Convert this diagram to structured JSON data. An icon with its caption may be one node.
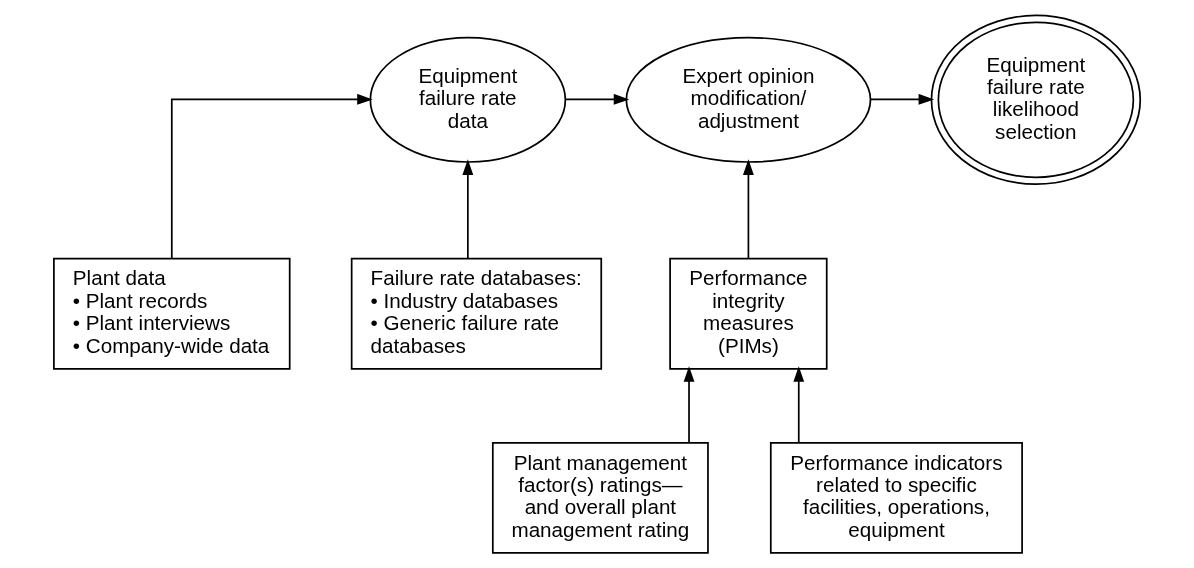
{
  "diagram": {
    "nodes": [
      {
        "text": [
          "Equipment failure rate data"
        ]
      },
      {
        "text": [
          "Expert opinion modification/ adjustment"
        ]
      },
      {
        "text": [
          "Equipment failure rate likelihood selection"
        ]
      },
      {
        "text": [
          "Plant data",
          "• Plant records",
          "• Plant interviews",
          "• Company-wide data"
        ]
      },
      {
        "text": [
          "Failure rate databases:",
          "• Industry databases",
          "• Generic failure rate databases"
        ]
      },
      {
        "text": [
          "Performance integrity measures (PIMs)"
        ]
      },
      {
        "text": [
          "Plant management factor(s) ratings— and overall plant management rating"
        ]
      },
      {
        "text": [
          "Performance indicators related to specific facilities, operations, equipment"
        ]
      }
    ],
    "edges": [
      {
        "from": 0,
        "to": 1,
        "arrow": "to"
      },
      {
        "from": 1,
        "to": 2,
        "arrow": "to"
      },
      {
        "from": 3,
        "to": 0,
        "arrow": "to"
      },
      {
        "from": 4,
        "to": 0,
        "arrow": "to"
      },
      {
        "from": 5,
        "to": 1,
        "arrow": "to"
      },
      {
        "from": 6,
        "to": 5,
        "arrow": "to"
      },
      {
        "from": 7,
        "to": 5,
        "arrow": "to"
      }
    ]
  }
}
